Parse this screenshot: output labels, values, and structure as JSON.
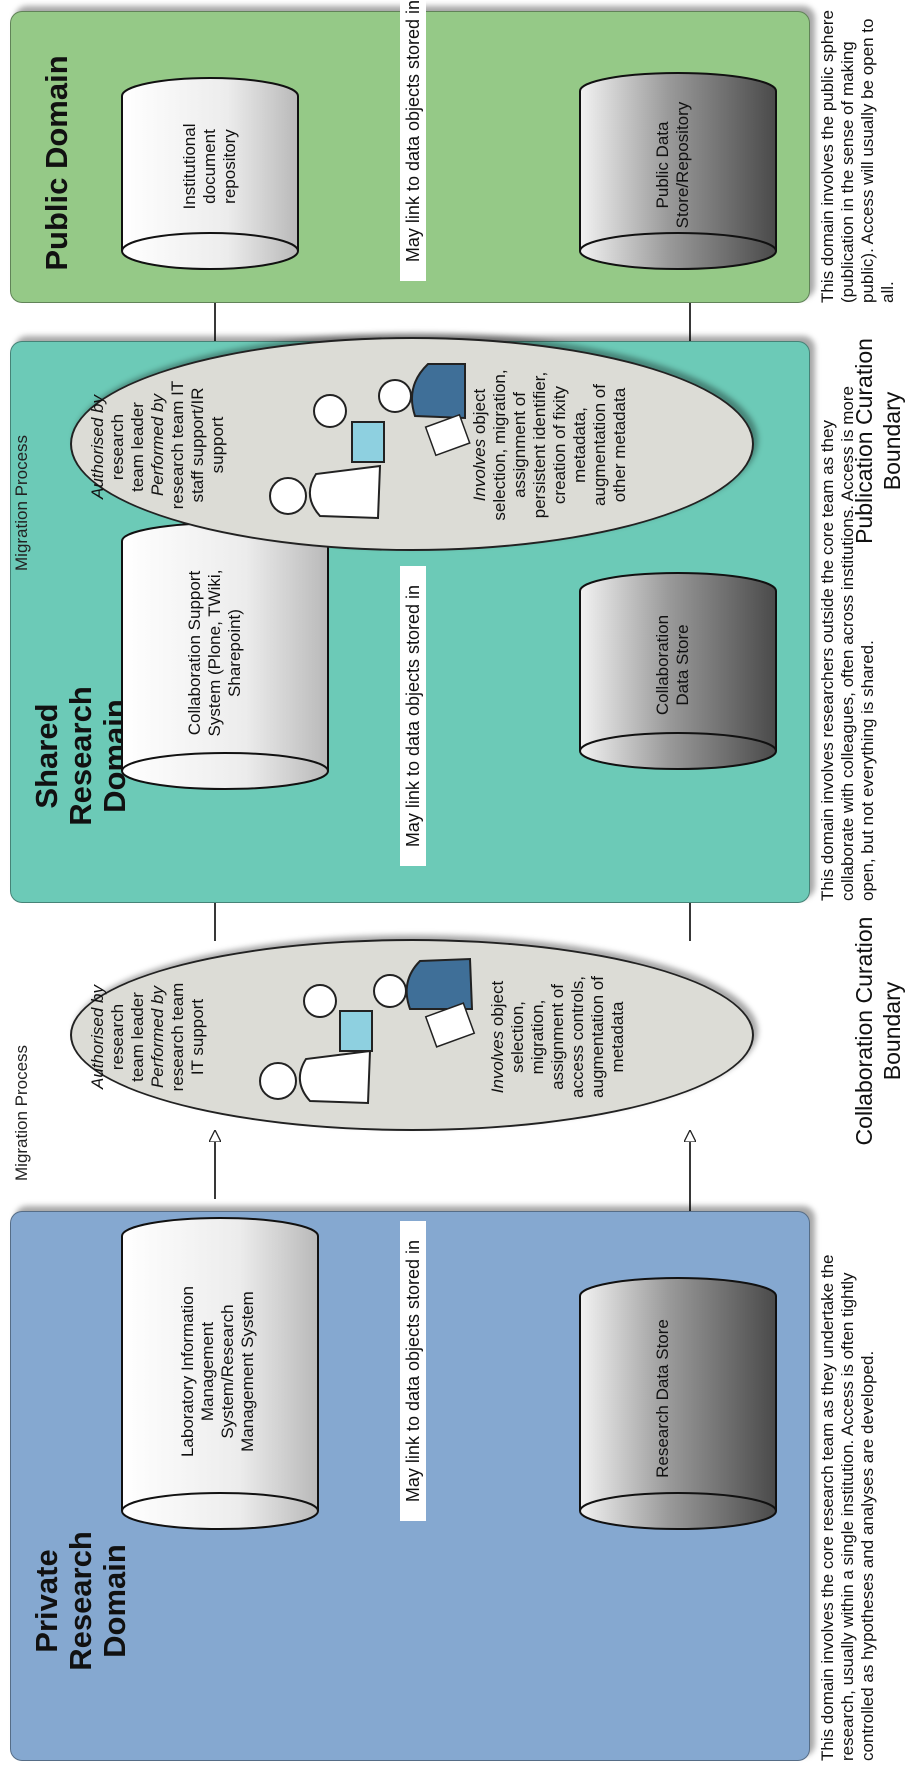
{
  "domains": {
    "private": {
      "title": "Private Research Domain",
      "system_label": "Laboratory Information Management System/Research Management System",
      "store_label": "Research Data Store",
      "link_label": "May link to data objects stored in",
      "description": "This domain involves the core research team as they undertake the research, usually within a single institution. Access is often tightly controlled as hypotheses and analyses are developed."
    },
    "shared": {
      "title": "Shared Research Domain",
      "system_label": "Collaboration Support System (Plone, TWiki, Sharepoint)",
      "store_label": "Collaboration Data Store",
      "link_label": "May link to data objects stored in",
      "description": "This domain involves researchers outside the core team as they collaborate with colleagues, often across institutions. Access is more open, but not everything is shared."
    },
    "public": {
      "title": "Public Domain",
      "system_label": "Institutional document repository",
      "store_label": "Public Data Store/Repository",
      "link_label": "May link to data objects stored in",
      "description": "This domain involves the public sphere (publication in the sense of making public). Access will usually be open to all."
    }
  },
  "migrations": {
    "collaboration": {
      "process_label": "Migration Process",
      "authorised_prefix": "Authorised by",
      "authorised_text": "research team leader",
      "performed_prefix": "Performed by",
      "performed_text": "research team IT support",
      "involves_prefix": "Involves",
      "involves_text": "object selection, migration, assignment of access controls, augmentation of metadata",
      "boundary_label": "Collaboration Curation Boundary"
    },
    "publication": {
      "process_label": "Migration Process",
      "authorised_prefix": "Authorised by",
      "authorised_text": "research team leader",
      "performed_prefix": "Performed by",
      "performed_text": "research team IT staff support/IR support",
      "involves_prefix": "Involves",
      "involves_text": "object selection, migration, assignment of persistent identifier, creation of fixity metadata, augmentation of other metadata",
      "boundary_label": "Publication Curation Boundary"
    }
  },
  "colors": {
    "private_domain": "#85a8d0",
    "shared_domain": "#6ccab7",
    "public_domain": "#95c987",
    "ellipse_fill": "#dcdcd6",
    "person_blue": "#3f6f98"
  }
}
